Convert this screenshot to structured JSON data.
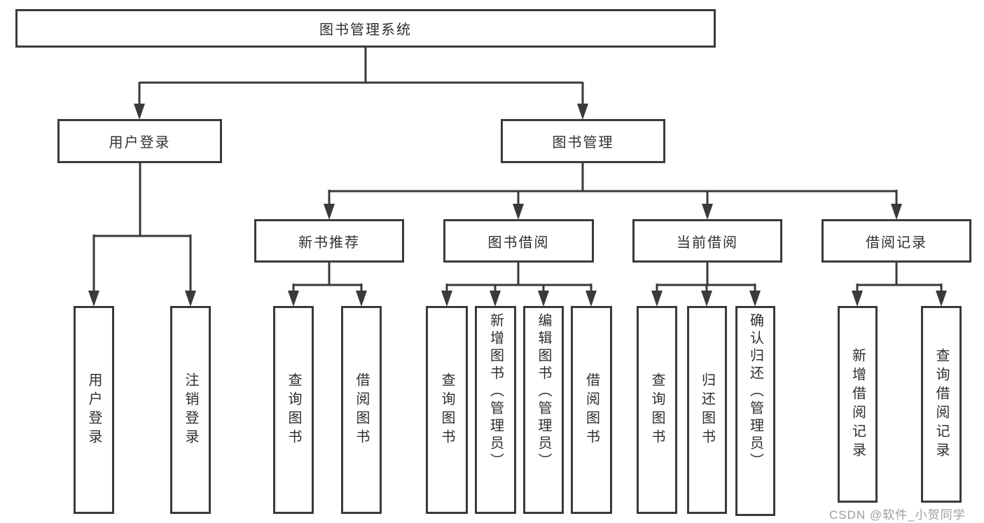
{
  "diagram": {
    "title": "图书管理系统",
    "colors": {
      "line": "#3a3a3a",
      "box_border": "#3a3a3a",
      "text": "#2f2f2f",
      "background": "#ffffff",
      "watermark": "#9e9e9e"
    },
    "tree": {
      "root": {
        "label": "图书管理系统",
        "children": [
          {
            "label": "用户登录",
            "children": [
              {
                "label": "用户登录"
              },
              {
                "label": "注销登录"
              }
            ]
          },
          {
            "label": "图书管理",
            "children": [
              {
                "label": "新书推荐",
                "children": [
                  {
                    "label": "查询图书"
                  },
                  {
                    "label": "借阅图书"
                  }
                ]
              },
              {
                "label": "图书借阅",
                "children": [
                  {
                    "label": "查询图书"
                  },
                  {
                    "label": "新增图书（管理员）"
                  },
                  {
                    "label": "编辑图书（管理员）"
                  },
                  {
                    "label": "借阅图书"
                  }
                ]
              },
              {
                "label": "当前借阅",
                "children": [
                  {
                    "label": "查询图书"
                  },
                  {
                    "label": "归还图书"
                  },
                  {
                    "label": "确认归还（管理员）"
                  }
                ]
              },
              {
                "label": "借阅记录",
                "children": [
                  {
                    "label": "新增借阅记录"
                  },
                  {
                    "label": "查询借阅记录"
                  }
                ]
              }
            ]
          }
        ]
      }
    },
    "watermark": {
      "text": "CSDN @软件_小贺同学"
    }
  }
}
